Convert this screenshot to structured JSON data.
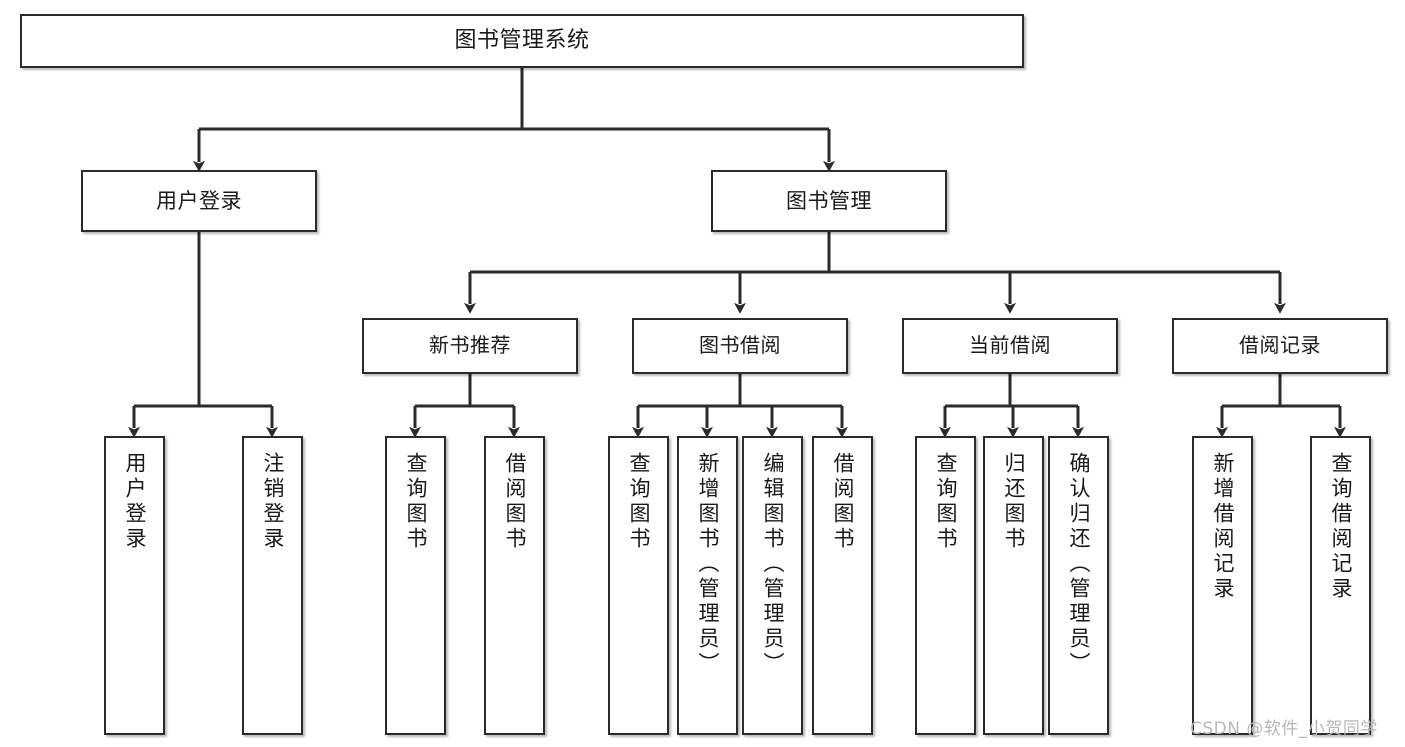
{
  "diagram": {
    "type": "tree-hierarchy",
    "title": "图书管理系统",
    "orientation": "top-down",
    "colors": {
      "box_border": "#2b2b2b",
      "box_fill": "#ffffff",
      "edge": "#2b2b2b",
      "text": "#1a1a1a",
      "watermark": "#b8b8b8",
      "background": "#ffffff"
    },
    "root": {
      "id": "root",
      "label": "图书管理系统"
    },
    "level2": [
      {
        "id": "user-login",
        "label": "用户登录"
      },
      {
        "id": "book-management",
        "label": "图书管理"
      }
    ],
    "level3": [
      {
        "id": "new-book-recommend",
        "label": "新书推荐",
        "parent": "book-management"
      },
      {
        "id": "book-borrow",
        "label": "图书借阅",
        "parent": "book-management"
      },
      {
        "id": "current-borrow",
        "label": "当前借阅",
        "parent": "book-management"
      },
      {
        "id": "borrow-record",
        "label": "借阅记录",
        "parent": "book-management"
      }
    ],
    "leaves": [
      {
        "id": "leaf-user-login",
        "label": "用户登录",
        "parent": "user-login"
      },
      {
        "id": "leaf-logout-login",
        "label": "注销登录",
        "parent": "user-login"
      },
      {
        "id": "leaf-query-book-1",
        "label": "查询图书",
        "parent": "new-book-recommend"
      },
      {
        "id": "leaf-borrow-book-1",
        "label": "借阅图书",
        "parent": "new-book-recommend"
      },
      {
        "id": "leaf-query-book-2",
        "label": "查询图书",
        "parent": "book-borrow"
      },
      {
        "id": "leaf-add-book",
        "label": "新增图书（管理员）",
        "parent": "book-borrow"
      },
      {
        "id": "leaf-edit-book",
        "label": "编辑图书（管理员）",
        "parent": "book-borrow"
      },
      {
        "id": "leaf-borrow-book-2",
        "label": "借阅图书",
        "parent": "book-borrow"
      },
      {
        "id": "leaf-query-book-3",
        "label": "查询图书",
        "parent": "current-borrow"
      },
      {
        "id": "leaf-return-book",
        "label": "归还图书",
        "parent": "current-borrow"
      },
      {
        "id": "leaf-confirm-return",
        "label": "确认归还（管理员）",
        "parent": "current-borrow"
      },
      {
        "id": "leaf-add-record",
        "label": "新增借阅记录",
        "parent": "borrow-record"
      },
      {
        "id": "leaf-query-record",
        "label": "查询借阅记录",
        "parent": "borrow-record"
      }
    ]
  },
  "watermark": {
    "text": "CSDN @软件_小贺同学"
  }
}
